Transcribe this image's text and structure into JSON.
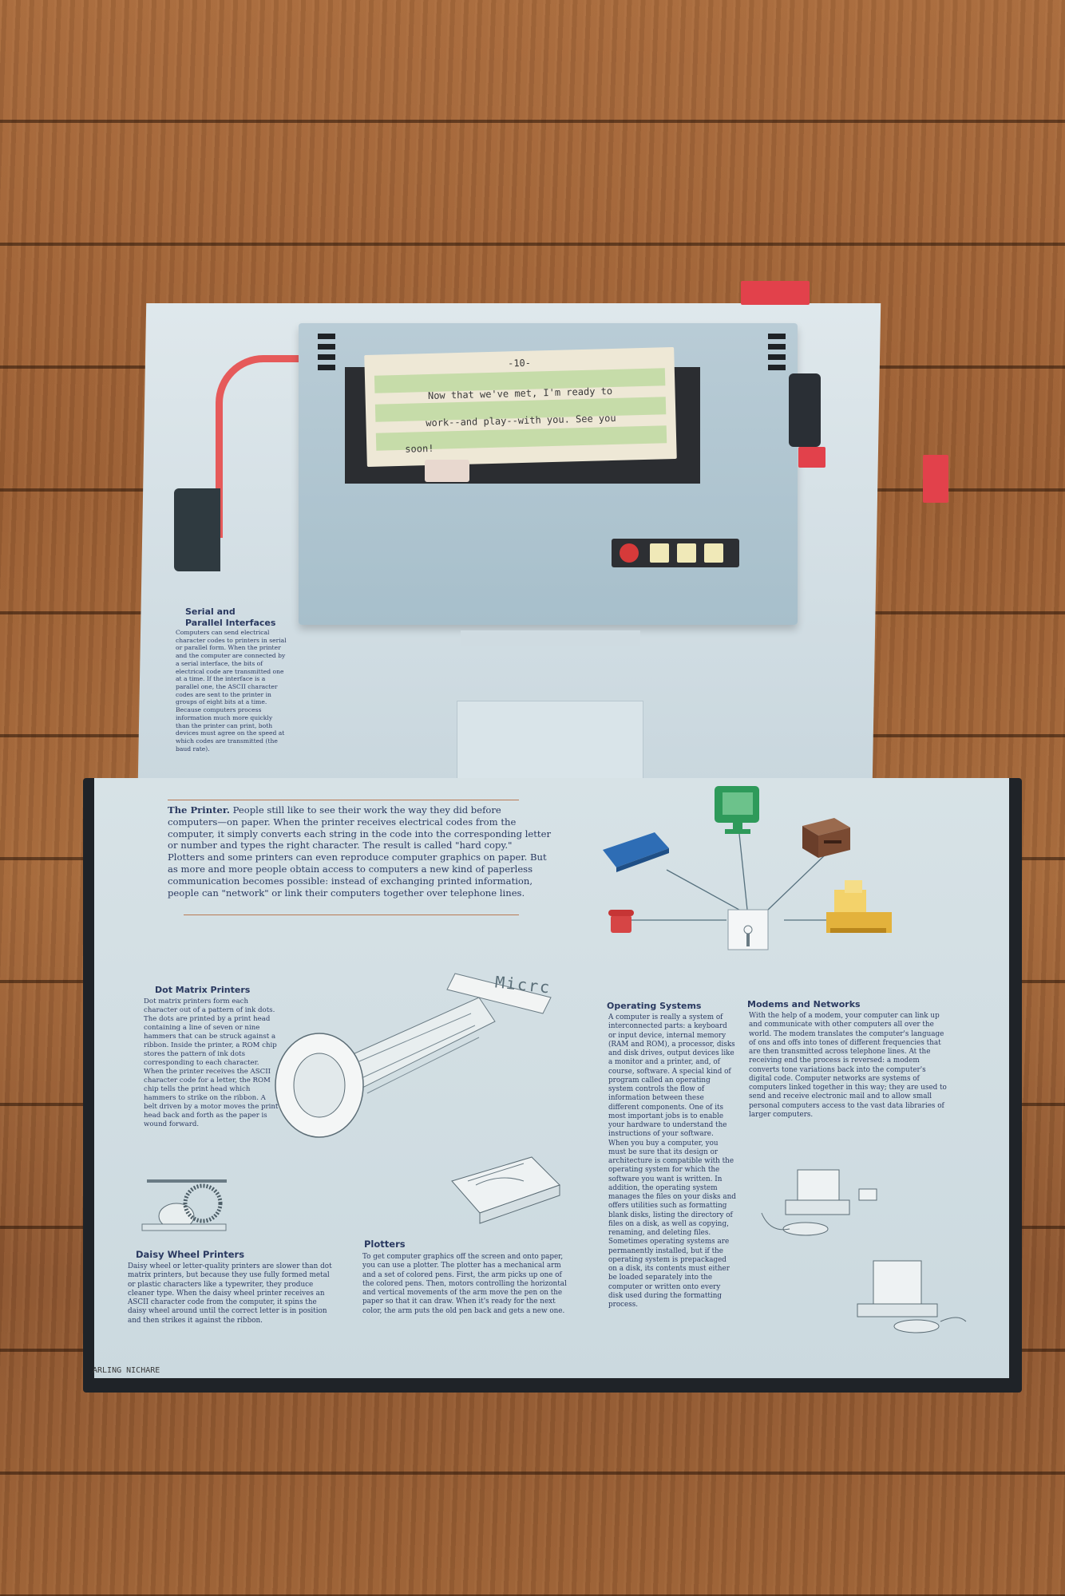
{
  "printer_paper": {
    "page_number": "-10-",
    "line1": "Now that we've met, I'm ready to",
    "line2": "work--and play--with you.  See you",
    "line3": "soon!"
  },
  "serial": {
    "title_line1": "Serial and",
    "title_line2": "Parallel Interfaces",
    "body": "Computers can send electrical character codes to printers in serial or parallel form. When the printer and the computer are connected by a serial interface, the bits of electrical code are transmitted one at a time. If the interface is a parallel one, the ASCII character codes are sent to the printer in groups of eight bits at a time. Because computers process information much more quickly than the printer can print, both devices must agree on the speed at which codes are transmitted (the baud rate)."
  },
  "printer_intro": {
    "lead": "The Printer.",
    "body": " People still like to see their work the way they did before computers—on paper. When the printer receives electrical codes from the computer, it simply converts each string in the code into the corresponding letter or number and types the right character. The result is called \"hard copy.\" Plotters and some printers can even reproduce computer graphics on paper. But as more and more people obtain access to computers a new kind of paperless communication becomes possible: instead of exchanging printed information, people can \"network\" or link their computers together over telephone lines."
  },
  "dot_matrix": {
    "title": "Dot Matrix Printers",
    "body": "Dot matrix printers form each character out of a pattern of ink dots. The dots are printed by a print head containing a line of seven or nine hammers that can be struck against a ribbon. Inside the printer, a ROM chip stores the pattern of ink dots corresponding to each character. When the printer receives the ASCII character code for a letter, the ROM chip tells the print head which hammers to strike on the ribbon. A belt driven by a motor moves the print head back and forth as the paper is wound forward."
  },
  "dot_label": "Micrc",
  "daisy": {
    "title": "Daisy Wheel Printers",
    "body": "Daisy wheel or letter-quality printers are slower than dot matrix printers, but because they use fully formed metal or plastic characters like a typewriter, they produce cleaner type. When the daisy wheel printer receives an ASCII character code from the computer, it spins the daisy wheel around until the correct letter is in position and then strikes it against the ribbon."
  },
  "plotters": {
    "title": "Plotters",
    "body": "To get computer graphics off the screen and onto paper, you can use a plotter. The plotter has a mechanical arm and a set of colored pens. First, the arm picks up one of the colored pens. Then, motors controlling the horizontal and vertical movements of the arm move the pen on the paper so that it can draw. When it's ready for the next color, the arm puts the old pen back and gets a new one."
  },
  "os": {
    "title": "Operating Systems",
    "body": "A computer is really a system of interconnected parts: a keyboard or input device, internal memory (RAM and ROM), a processor, disks and disk drives, output devices like a monitor and a printer, and, of course, software. A special kind of program called an operating system controls the flow of information between these different components. One of its most important jobs is to enable your hardware to understand the instructions of your software. When you buy a computer, you must be sure that its design or architecture is compatible with the operating system for which the software you want is written. In addition, the operating system manages the files on your disks and offers utilities such as formatting blank disks, listing the directory of files on a disk, as well as copying, renaming, and deleting files. Sometimes operating systems are permanently installed, but if the operating system is prepackaged on a disk, its contents must either be loaded separately into the computer or written onto every disk used during the formatting process."
  },
  "modems": {
    "title": "Modems and Networks",
    "body": "With the help of a modem, your computer can link up and communicate with other computers all over the world. The modem translates the computer's language of ons and offs into tones of different frequencies that are then transmitted across telephone lines. At the receiving end the process is reversed: a modem converts tone variations back into the computer's digital code. Computer networks are systems of computers linked together in this way; they are used to send and receive electronic mail and to allow small personal computers access to the vast data libraries of larger computers."
  },
  "signature": "ARLING NICHARE",
  "colors": {
    "tab_red": "#e2414b",
    "ink_blue": "#2a3960",
    "keyboard_blue": "#2e6db5",
    "monitor_green": "#2e9a5a",
    "drive_brown": "#7a4a32",
    "printer_yellow": "#e3b23c",
    "phone_red": "#d64545"
  },
  "icons": [
    "keyboard-icon",
    "monitor-icon",
    "disk-drive-icon",
    "printer-icon",
    "telephone-icon",
    "floppy-disk-icon"
  ]
}
